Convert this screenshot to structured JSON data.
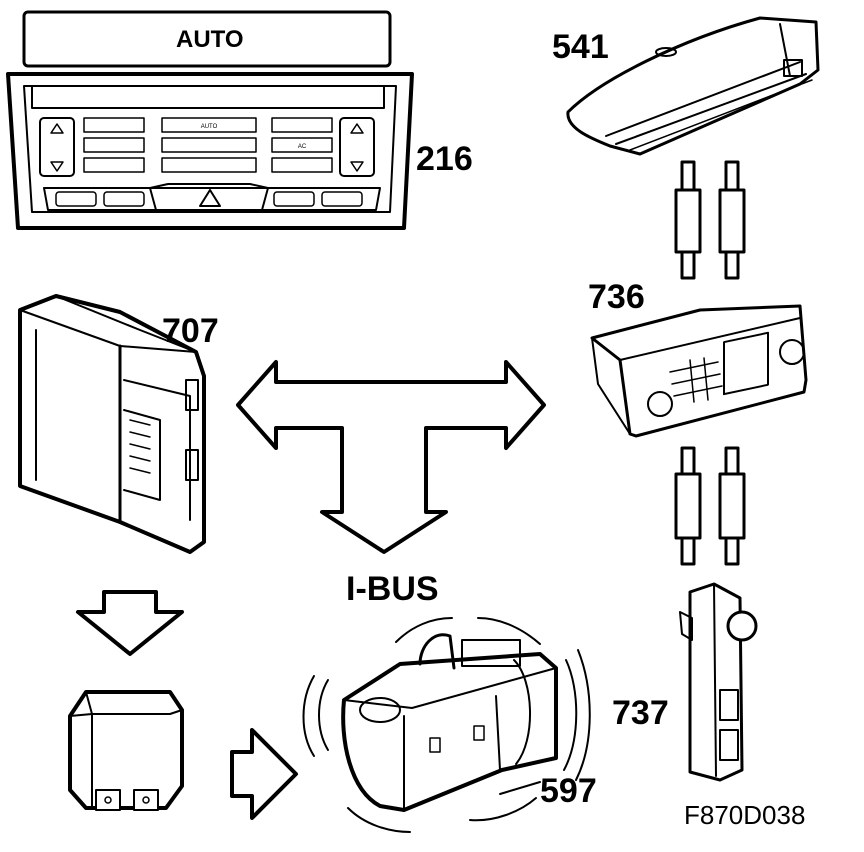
{
  "labels": {
    "climate_panel": "216",
    "info_display": "541",
    "radio_unit": "736",
    "control_module": "707",
    "steering_control": "737",
    "heater": "597",
    "bus": "I-BUS",
    "figure_ref": "F870D038"
  },
  "climate_panel": {
    "display_text": "AUTO",
    "auto_button": "AUTO",
    "ac_button": "AC"
  }
}
